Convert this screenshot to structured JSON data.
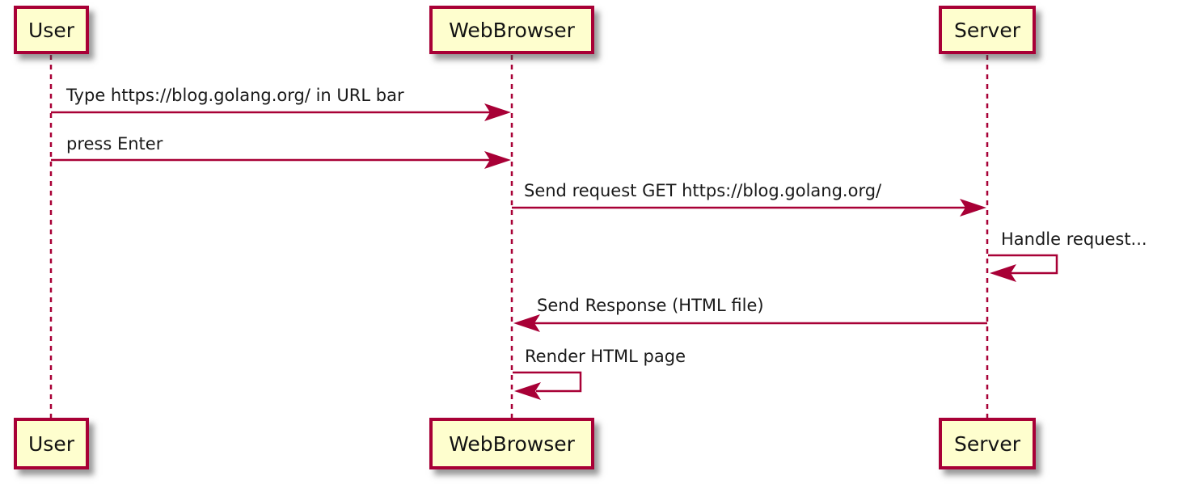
{
  "diagram": {
    "type": "sequence-diagram",
    "background": "#FFFFFF",
    "colors": {
      "participant_fill": "#FEFECE",
      "participant_border": "#A80036",
      "lifeline": "#A80036",
      "arrow": "#A80036",
      "shadow": "#777777",
      "text": "#1A1A1A"
    },
    "participants": [
      {
        "name": "User"
      },
      {
        "name": "WebBrowser"
      },
      {
        "name": "Server"
      }
    ],
    "messages": [
      {
        "from": "User",
        "to": "WebBrowser",
        "kind": "arrow",
        "label": "Type https://blog.golang.org/ in URL bar"
      },
      {
        "from": "User",
        "to": "WebBrowser",
        "kind": "arrow",
        "label": "press Enter"
      },
      {
        "from": "WebBrowser",
        "to": "Server",
        "kind": "arrow",
        "label": "Send request GET https://blog.golang.org/"
      },
      {
        "from": "Server",
        "to": "Server",
        "kind": "self",
        "label": "Handle request..."
      },
      {
        "from": "Server",
        "to": "WebBrowser",
        "kind": "arrow",
        "label": "Send Response (HTML file)"
      },
      {
        "from": "WebBrowser",
        "to": "WebBrowser",
        "kind": "self",
        "label": "Render HTML page"
      }
    ]
  }
}
